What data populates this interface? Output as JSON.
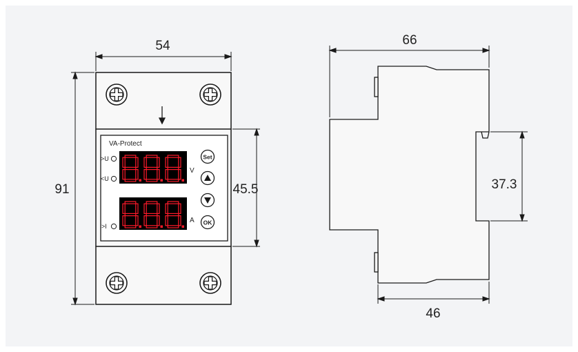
{
  "colors": {
    "background": "#f3f4f6",
    "line": "#1a1a1a",
    "panel_fill": "#f6f6f6",
    "display_fill": "#000000",
    "segment_on": "#ff1a2a",
    "segment_off": "#3a0008"
  },
  "front_view": {
    "width_dim": "54",
    "height_dim": "91",
    "window_dim": "45.5",
    "brand": "VA-Protect",
    "unit_v": "V",
    "unit_a": "A",
    "ind_over_v": ">U",
    "ind_under_v": "<U",
    "ind_over_i": ">I",
    "buttons": {
      "set": "Set",
      "ok": "OK"
    },
    "display_digits": [
      "8.8.8.",
      "8.8.8."
    ]
  },
  "side_view": {
    "depth_dim": "66",
    "base_dim": "46",
    "rail_dim": "37.3"
  },
  "icons": [
    "screw-icon",
    "arrow-down-icon",
    "arrow-up-icon",
    "triangle-up-icon",
    "triangle-down-icon"
  ]
}
